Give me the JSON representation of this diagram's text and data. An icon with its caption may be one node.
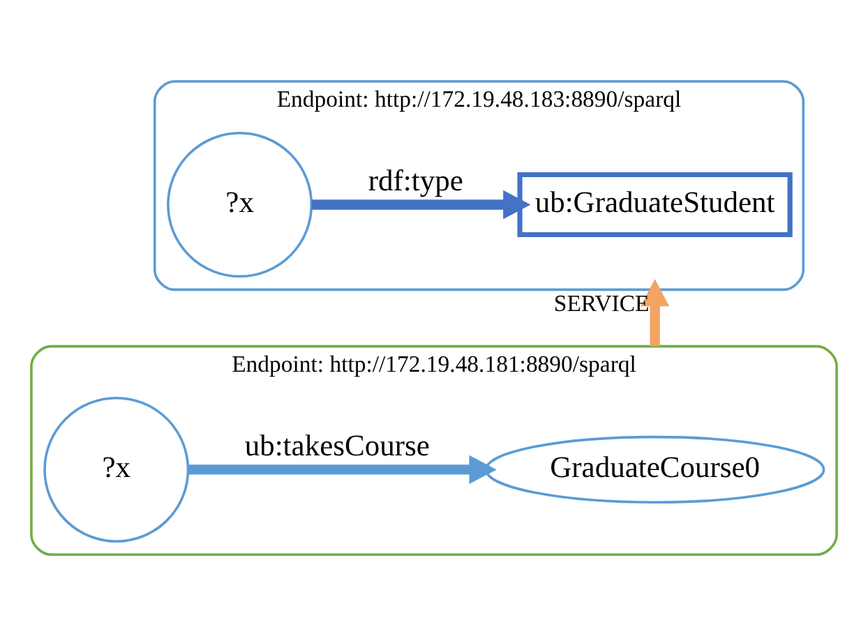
{
  "diagram": {
    "nodes": [
      {
        "text": [
          "Endpoint: http://172.19.48.183:8890/sparql"
        ]
      },
      {
        "text": [
          "?x"
        ],
        "in": 0
      },
      {
        "text": [
          "ub:GraduateStudent"
        ],
        "in": 0
      },
      {
        "text": [
          "Endpoint: http://172.19.48.181:8890/sparql"
        ]
      },
      {
        "text": [
          "?x"
        ],
        "in": 3
      },
      {
        "text": [
          "GraduateCourse0"
        ],
        "in": 3
      }
    ],
    "edges": [
      {
        "from": 1,
        "to": 2,
        "arrow": "to",
        "label": "rdf:type",
        "color": "#4472c4"
      },
      {
        "from": 4,
        "to": 5,
        "arrow": "to",
        "label": "ub:takesCourse",
        "color": "#5b9bd5"
      },
      {
        "from": 3,
        "to": 0,
        "arrow": "to",
        "label": "SERVICE",
        "color": "#f4a460"
      }
    ]
  }
}
